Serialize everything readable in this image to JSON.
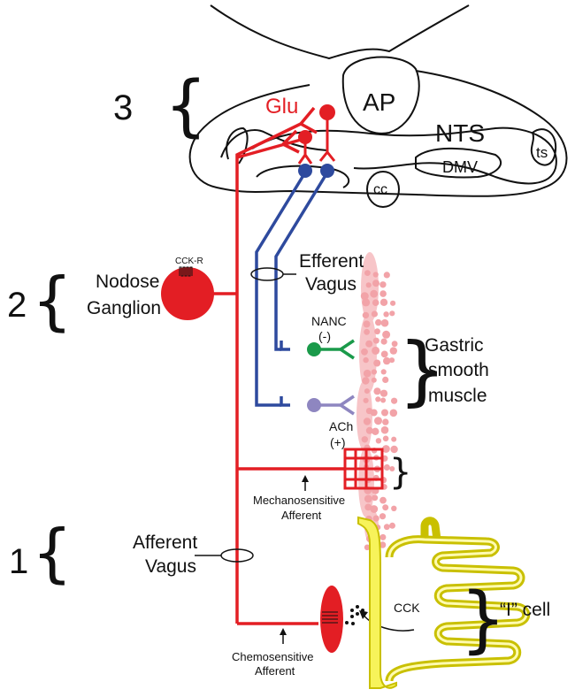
{
  "levels": {
    "three": "3",
    "two": "2",
    "one": "1"
  },
  "brainstem": {
    "glu": "Glu",
    "ap": "AP",
    "nts": "NTS",
    "ts": "ts",
    "dmv": "DMV",
    "cc": "cc"
  },
  "ganglion": {
    "name_line1": "Nodose",
    "name_line2": "Ganglion",
    "receptor": "CCK-R"
  },
  "efferent": {
    "line1": "Efferent",
    "line2": "Vagus"
  },
  "nanc": {
    "name": "NANC",
    "sign": "(-)"
  },
  "ach": {
    "name": "ACh",
    "sign": "(+)"
  },
  "muscle": {
    "line1": "Gastric",
    "line2": "smooth",
    "line3": "muscle"
  },
  "mechano": {
    "line1": "Mechanosensitive",
    "line2": "Afferent"
  },
  "afferent": {
    "line1": "Afferent",
    "line2": "Vagus"
  },
  "chemo": {
    "line1": "Chemosensitive",
    "line2": "Afferent"
  },
  "cck": "CCK",
  "icell": "“I” cell",
  "colors": {
    "afferent_red": "#e31e24",
    "efferent_blue": "#2e4a9e",
    "nanc_green": "#1a9a4a",
    "ach_lavender": "#8e86c0",
    "muscle_pink": "#f2a3a8",
    "icell_yellow": "#e8e000"
  }
}
